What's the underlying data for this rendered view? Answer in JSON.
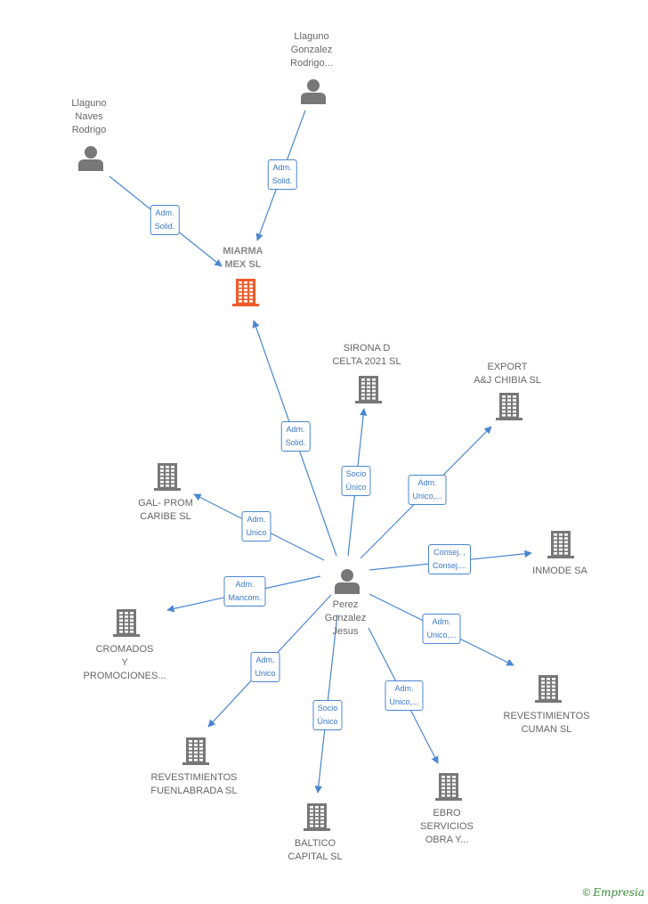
{
  "colors": {
    "edge": "#4a86d0",
    "node_gray": "#777777",
    "focus_orange": "#f05a28"
  },
  "nodes": {
    "llaguno_gonzalez": {
      "lines": [
        "Llaguno",
        "Gonzalez",
        "Rodrigo..."
      ],
      "icon": "person-icon"
    },
    "llaguno_naves": {
      "lines": [
        "Llaguno",
        "Naves",
        "Rodrigo"
      ],
      "icon": "person-icon"
    },
    "miarma": {
      "lines": [
        "MIARMA",
        "MEX  SL"
      ],
      "icon": "building-icon"
    },
    "sirona": {
      "lines": [
        "SIRONA D",
        "CELTA 2021  SL"
      ],
      "icon": "building-icon"
    },
    "export": {
      "lines": [
        "EXPORT",
        "A&J CHIBIA  SL"
      ],
      "icon": "building-icon"
    },
    "gal": {
      "lines": [
        "GAL- PROM",
        "CARIBE  SL"
      ],
      "icon": "building-icon"
    },
    "inmode": {
      "lines": [
        "INMODE SA"
      ],
      "icon": "building-icon"
    },
    "perez": {
      "lines": [
        "Perez",
        "Gonzalez",
        "Jesus"
      ],
      "icon": "person-icon"
    },
    "cromados": {
      "lines": [
        "CROMADOS",
        "Y",
        "PROMOCIONES..."
      ],
      "icon": "building-icon"
    },
    "rev_cuman": {
      "lines": [
        "REVESTIMIENTOS",
        "CUMAN SL"
      ],
      "icon": "building-icon"
    },
    "rev_fuen": {
      "lines": [
        "REVESTIMIENTOS",
        "FUENLABRADA SL"
      ],
      "icon": "building-icon"
    },
    "baltico": {
      "lines": [
        "BALTICO",
        "CAPITAL  SL"
      ],
      "icon": "building-icon"
    },
    "ebro": {
      "lines": [
        "EBRO",
        "SERVICIOS",
        "OBRA Y..."
      ],
      "icon": "building-icon"
    }
  },
  "edges": [
    {
      "from": "llaguno_gonzalez",
      "to": "miarma",
      "label": [
        "Adm.",
        "Solid."
      ]
    },
    {
      "from": "llaguno_naves",
      "to": "miarma",
      "label": [
        "Adm.",
        "Solid."
      ]
    },
    {
      "from": "perez",
      "to": "miarma",
      "label": [
        "Adm.",
        "Solid."
      ]
    },
    {
      "from": "perez",
      "to": "sirona",
      "label": [
        "Socio",
        "Único"
      ]
    },
    {
      "from": "perez",
      "to": "export",
      "label": [
        "Adm.",
        "Unico,..."
      ]
    },
    {
      "from": "perez",
      "to": "gal",
      "label": [
        "Adm.",
        "Unico"
      ]
    },
    {
      "from": "perez",
      "to": "inmode",
      "label": [
        "Consej. ,",
        "Consej...."
      ]
    },
    {
      "from": "perez",
      "to": "cromados",
      "label": [
        "Adm.",
        "Mancom."
      ]
    },
    {
      "from": "perez",
      "to": "rev_cuman",
      "label": [
        "Adm.",
        "Unico,..."
      ]
    },
    {
      "from": "perez",
      "to": "rev_fuen",
      "label": [
        "Adm.",
        "Unico"
      ]
    },
    {
      "from": "perez",
      "to": "baltico",
      "label": [
        "Socio",
        "Único"
      ]
    },
    {
      "from": "perez",
      "to": "ebro",
      "label": [
        "Adm.",
        "Unico,..."
      ]
    }
  ],
  "footer": {
    "copyright": "©",
    "brand": "Empresia"
  }
}
